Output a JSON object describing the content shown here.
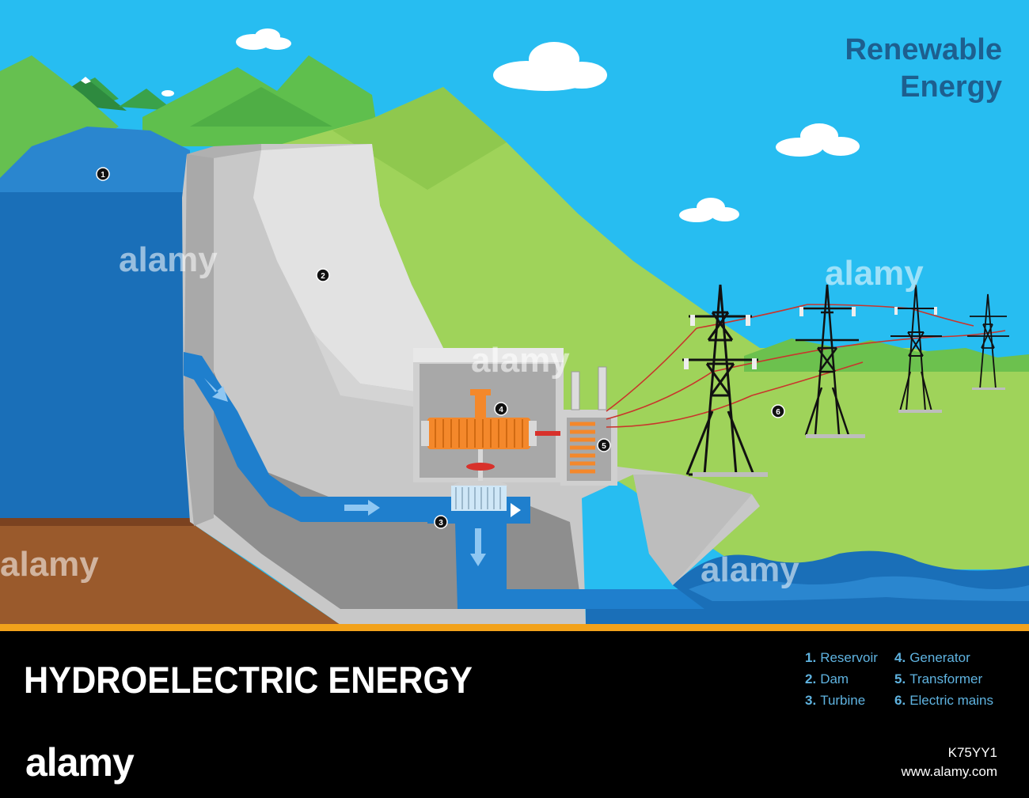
{
  "header": {
    "title_line1": "Renewable",
    "title_line2": "Energy"
  },
  "main_title": "HYDROELECTRIC ENERGY",
  "markers": [
    "1",
    "2",
    "3",
    "4",
    "5",
    "6"
  ],
  "legend": {
    "col1": [
      {
        "num": "1.",
        "label": "Reservoir"
      },
      {
        "num": "2.",
        "label": "Dam"
      },
      {
        "num": "3.",
        "label": "Turbine"
      }
    ],
    "col2": [
      {
        "num": "4.",
        "label": "Generator"
      },
      {
        "num": "5.",
        "label": "Transformer"
      },
      {
        "num": "6.",
        "label": "Electric mains"
      }
    ]
  },
  "watermark": {
    "text": "alamy",
    "id": "K75YY1",
    "url": "www.alamy.com"
  },
  "colors": {
    "sky": "#27bdf1",
    "water": "#1a6fb8",
    "grass": "#9fd35a",
    "dam": "#c8c8c8",
    "ground": "#9a5a2c",
    "accent_line": "#f2a21b",
    "title": "#1d5f8f",
    "legend": "#5fb3e0"
  }
}
